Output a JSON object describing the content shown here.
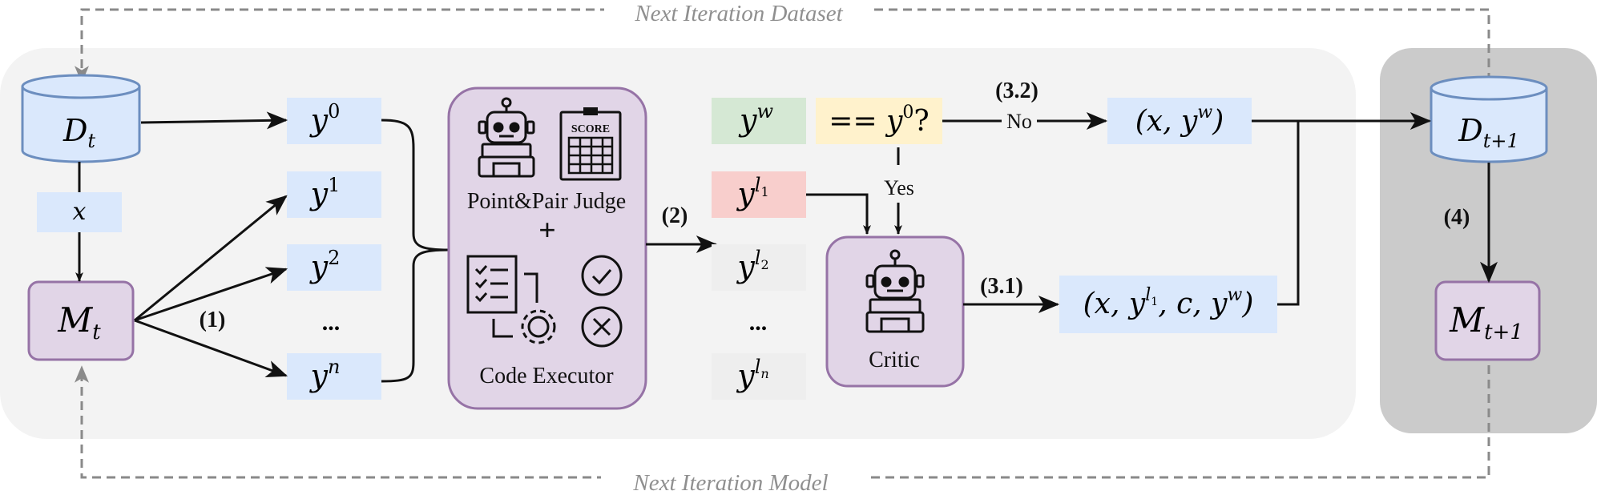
{
  "loop_top_label": "Next Iteration Dataset",
  "loop_bottom_label": "Next Iteration Model",
  "dataset_current": {
    "base": "D",
    "sub": "t"
  },
  "dataset_next": {
    "base": "D",
    "sub": "t+1"
  },
  "model_current": {
    "base": "M",
    "sub": "t"
  },
  "model_next": {
    "base": "M",
    "sub": "t+1"
  },
  "prompt_label": "x",
  "responses": [
    {
      "base": "y",
      "sup": "0"
    },
    {
      "base": "y",
      "sup": "1"
    },
    {
      "base": "y",
      "sup": "2"
    },
    {
      "base": "y",
      "sup": "n"
    }
  ],
  "responses_ellipsis": "...",
  "judge_box": {
    "title": "Point&Pair Judge",
    "plus": "+",
    "subtitle": "Code Executor",
    "score_sign": "SCORE"
  },
  "ranked": {
    "winner": {
      "base": "y",
      "sup": "w"
    },
    "losers": [
      {
        "base": "y",
        "sup": "l",
        "supsub": "1"
      },
      {
        "base": "y",
        "sup": "l",
        "supsub": "2"
      },
      {
        "base": "y",
        "sup": "l",
        "supsub": "n"
      }
    ],
    "ellipsis": "..."
  },
  "check": {
    "prefix": "== ",
    "base": "y",
    "sup": "0",
    "suffix": "?"
  },
  "critic_label": "Critic",
  "pair_no_critique": {
    "open": "(x, ",
    "base": "y",
    "sup": "w",
    "close": ")"
  },
  "pair_with_critique": {
    "open": "(x, ",
    "base": "y",
    "sup": "l",
    "supsub": "1",
    "mid": ", c, ",
    "base2": "y",
    "sup2": "w",
    "close": ")"
  },
  "branch_no": "No",
  "branch_yes": "Yes",
  "steps": {
    "s1": "(1)",
    "s2": "(2)",
    "s31": "(3.1)",
    "s32": "(3.2)",
    "s4": "(4)"
  },
  "colors": {
    "panel_main": "#f3f3f3",
    "panel_next": "#cbcbcb",
    "blue_box": "#dae8fc",
    "blue_stroke": "#6c8ebf",
    "purple_box": "#e1d5e7",
    "purple_stroke": "#9673a6",
    "green_box": "#d5e8d4",
    "red_box": "#f8cecc",
    "yellow_box": "#fff2cc",
    "gray_box": "#eeeeee",
    "dashed_line": "#888888"
  }
}
